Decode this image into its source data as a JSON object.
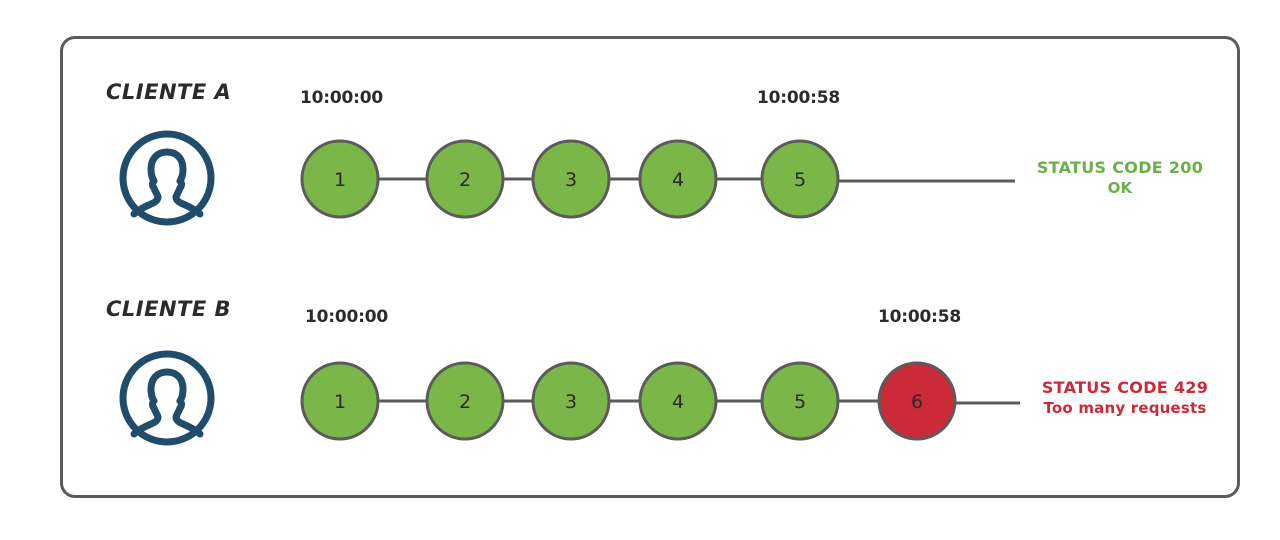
{
  "diagram": {
    "title": "Rate limiting request chain diagram",
    "background": "#ffffff",
    "frame_border_color": "#5b5b5b",
    "colors": {
      "node_ok": "#7ab648",
      "node_error": "#cb2a38",
      "node_stroke": "#5b5b5b",
      "connector": "#5b5b5b",
      "avatar": "#1f4d6b",
      "status_ok_text": "#6ab04a",
      "status_error_text": "#cb2a38",
      "label_text": "#2b2b2b"
    },
    "rows": [
      {
        "id": "client-a",
        "label": "CLIENTE A",
        "avatar_icon": "user-avatar-icon",
        "start_time": "10:00:00",
        "end_time": "10:00:58",
        "nodes": [
          {
            "number": "1",
            "state": "ok"
          },
          {
            "number": "2",
            "state": "ok"
          },
          {
            "number": "3",
            "state": "ok"
          },
          {
            "number": "4",
            "state": "ok"
          },
          {
            "number": "5",
            "state": "ok"
          }
        ],
        "status": {
          "state": "ok",
          "line1": "STATUS CODE 200",
          "line2": "OK"
        }
      },
      {
        "id": "client-b",
        "label": "CLIENTE B",
        "avatar_icon": "user-avatar-icon",
        "start_time": "10:00:00",
        "end_time": "10:00:58",
        "nodes": [
          {
            "number": "1",
            "state": "ok"
          },
          {
            "number": "2",
            "state": "ok"
          },
          {
            "number": "3",
            "state": "ok"
          },
          {
            "number": "4",
            "state": "ok"
          },
          {
            "number": "5",
            "state": "ok"
          },
          {
            "number": "6",
            "state": "error"
          }
        ],
        "status": {
          "state": "error",
          "line1": "STATUS CODE 429",
          "line2": "Too many requests"
        }
      }
    ]
  }
}
